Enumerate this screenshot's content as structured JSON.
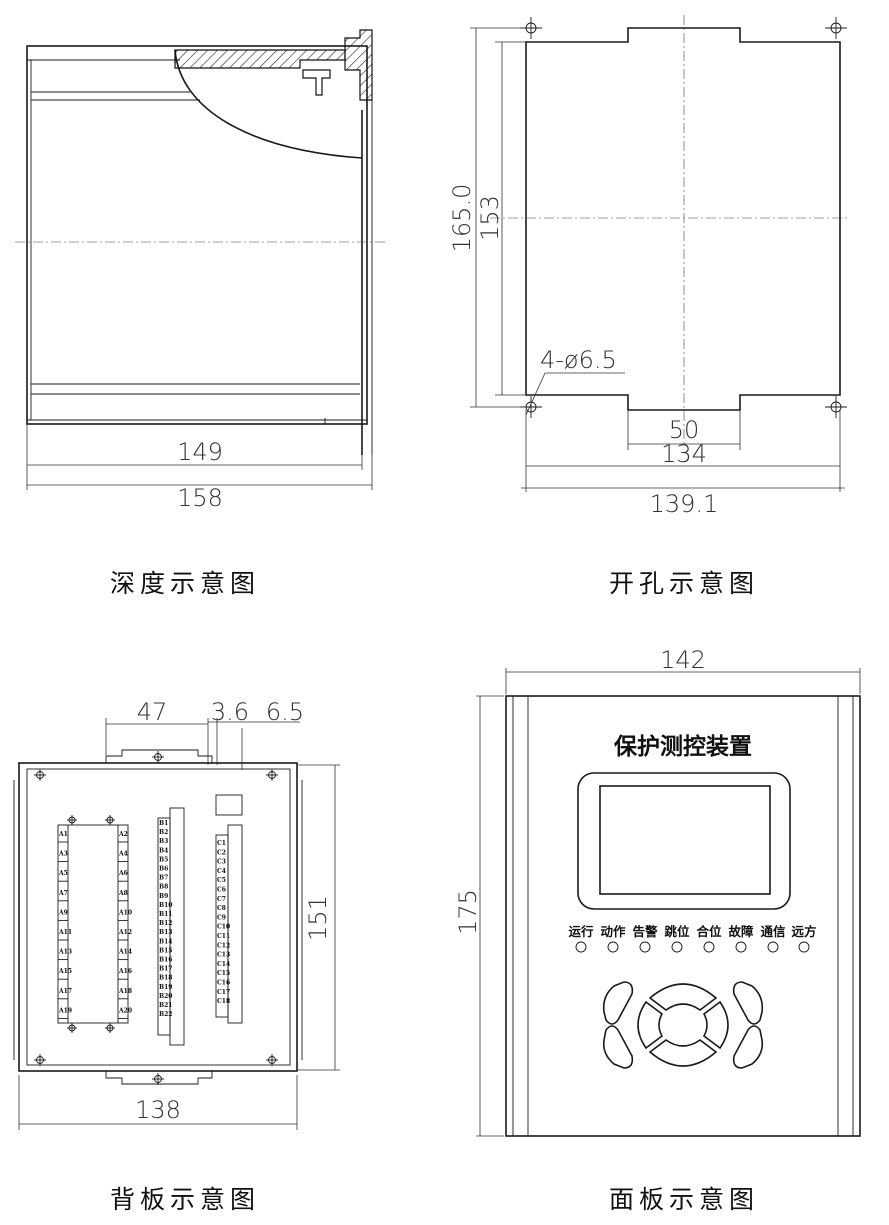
{
  "depth": {
    "caption": "深度示意图",
    "dim_inner": "149",
    "dim_outer": "158"
  },
  "cutout": {
    "caption": "开孔示意图",
    "dim_height_outer": "165.0",
    "dim_height_inner": "153",
    "dim_holes": "4-ø6.5",
    "dim_notch": "50",
    "dim_width_inner": "134",
    "dim_width_outer": "139.1"
  },
  "back": {
    "caption": "背板示意图",
    "dim_47": "47",
    "dim_36": "3.6",
    "dim_65": "6.5",
    "dim_height": "151",
    "dim_width": "138",
    "terminals_a_left": [
      "A1",
      "A3",
      "A5",
      "A7",
      "A9",
      "A11",
      "A13",
      "A15",
      "A17",
      "A19"
    ],
    "terminals_a_right": [
      "A2",
      "A4",
      "A6",
      "A8",
      "A10",
      "A12",
      "A14",
      "A16",
      "A18",
      "A20"
    ],
    "terminals_b": [
      "B1",
      "B2",
      "B3",
      "B4",
      "B5",
      "B6",
      "B7",
      "B8",
      "B9",
      "B10",
      "B11",
      "B12",
      "B13",
      "B14",
      "B15",
      "B16",
      "B17",
      "B18",
      "B19",
      "B20",
      "B21",
      "B22"
    ],
    "terminals_c": [
      "C1",
      "C2",
      "C3",
      "C4",
      "C5",
      "C6",
      "C7",
      "C8",
      "C9",
      "C10",
      "C11",
      "C12",
      "C13",
      "C14",
      "C15",
      "C16",
      "C17",
      "C18"
    ]
  },
  "front": {
    "caption": "面板示意图",
    "title": "保护测控装置",
    "dim_width": "142",
    "dim_height": "175",
    "leds": [
      "运行",
      "动作",
      "告警",
      "跳位",
      "合位",
      "故障",
      "通信",
      "远方"
    ]
  }
}
